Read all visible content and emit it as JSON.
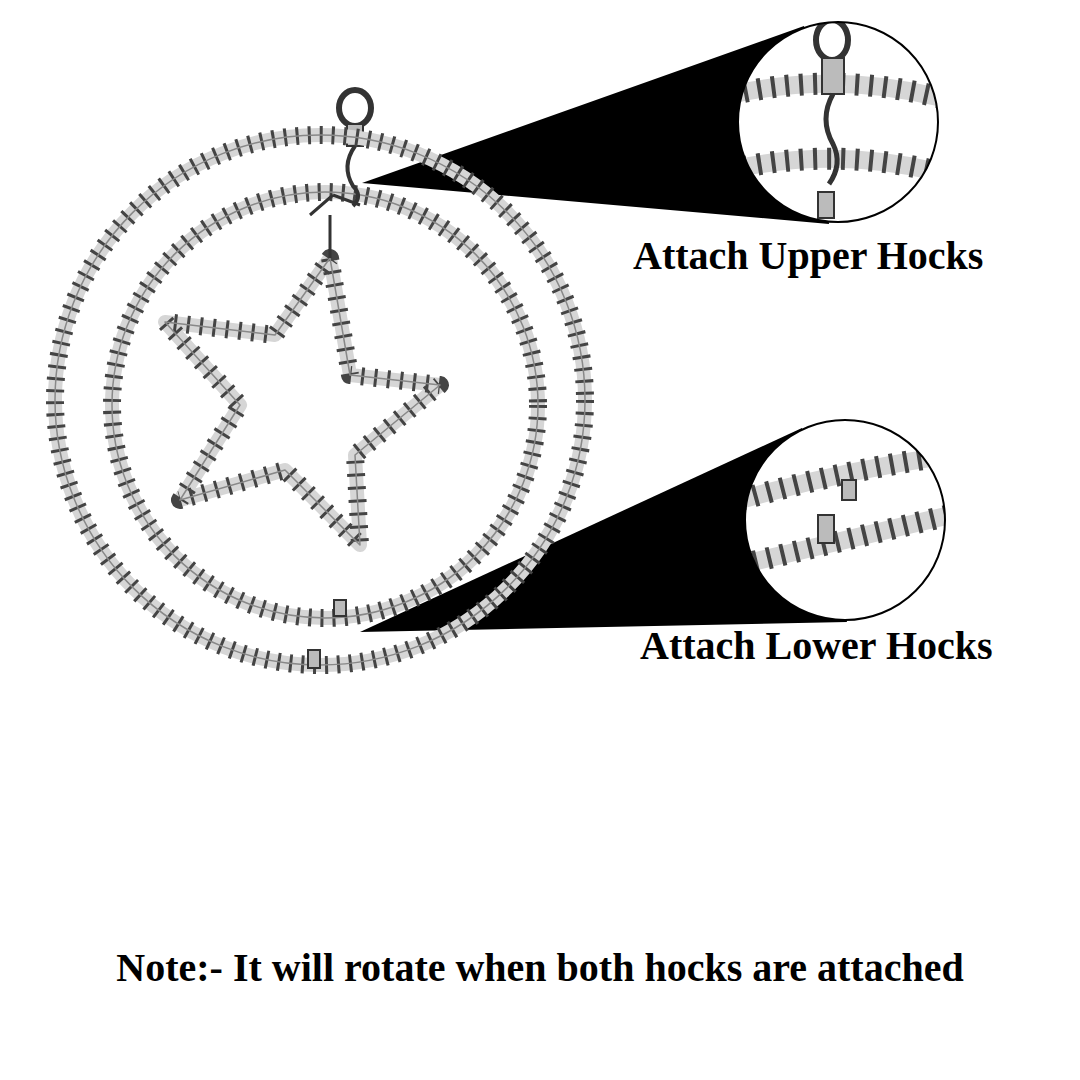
{
  "diagram": {
    "labels": [
      "Attach Upper Hocks",
      "Attach Lower Hocks",
      "Note:- It will rotate when both hocks are attached"
    ]
  }
}
